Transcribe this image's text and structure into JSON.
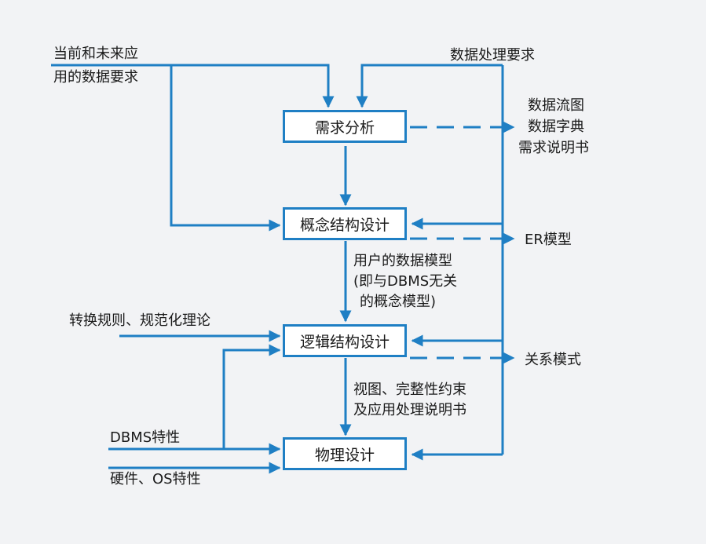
{
  "boxes": {
    "requirements_analysis": "需求分析",
    "conceptual_design": "概念结构设计",
    "logical_design": "逻辑结构设计",
    "physical_design": "物理设计"
  },
  "inputs": {
    "current_future_data_line1": "当前和未来应",
    "current_future_data_line2": "用的数据要求",
    "data_processing_requirements": "数据处理要求",
    "conversion_rules": "转换规则、规范化理论",
    "dbms_features": "DBMS特性",
    "hardware_os": "硬件、OS特性"
  },
  "outputs": {
    "dfd": "数据流图",
    "data_dictionary": "数据字典",
    "requirements_spec": "需求说明书",
    "er_model": "ER模型",
    "relational_model": "关系模式"
  },
  "intermediate": {
    "user_data_model_line1": "用户的数据模型",
    "user_data_model_line2": "(即与DBMS无关",
    "user_data_model_line3": "的概念模型)",
    "views_line1": "视图、完整性约束",
    "views_line2": "及应用处理说明书"
  },
  "colors": {
    "line": "#1f7fc4",
    "background": "#f2f3f5"
  }
}
